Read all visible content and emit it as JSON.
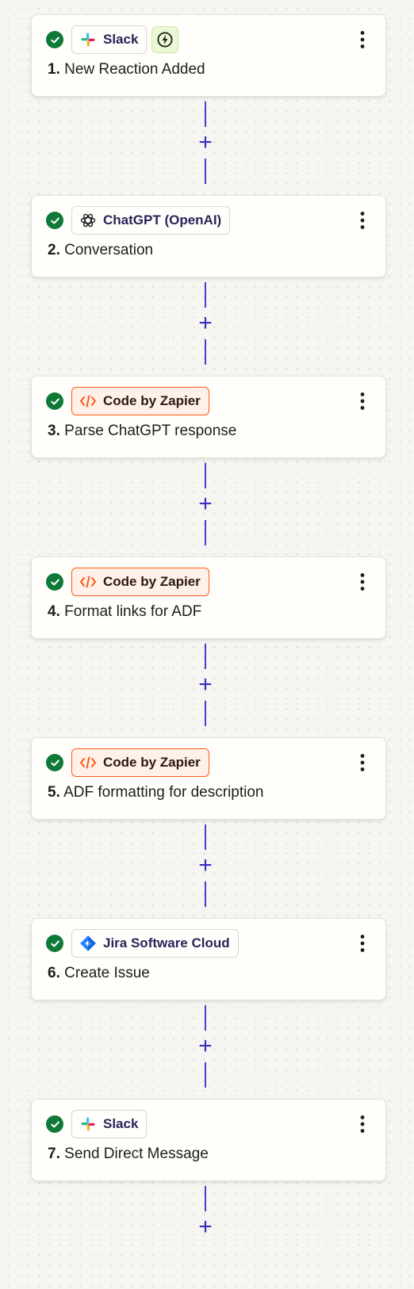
{
  "steps": [
    {
      "number": "1.",
      "title": "New Reaction Added",
      "app": "Slack",
      "app_icon": "slack-icon",
      "chip_style": "default",
      "trigger": true
    },
    {
      "number": "2.",
      "title": "Conversation",
      "app": "ChatGPT (OpenAI)",
      "app_icon": "openai-icon",
      "chip_style": "default",
      "trigger": false
    },
    {
      "number": "3.",
      "title": "Parse ChatGPT response",
      "app": "Code by Zapier",
      "app_icon": "code-icon",
      "chip_style": "code",
      "trigger": false
    },
    {
      "number": "4.",
      "title": "Format links for ADF",
      "app": "Code by Zapier",
      "app_icon": "code-icon",
      "chip_style": "code",
      "trigger": false
    },
    {
      "number": "5.",
      "title": "ADF formatting for description",
      "app": "Code by Zapier",
      "app_icon": "code-icon",
      "chip_style": "code",
      "trigger": false
    },
    {
      "number": "6.",
      "title": "Create Issue",
      "app": "Jira Software Cloud",
      "app_icon": "jira-icon",
      "chip_style": "default",
      "trigger": false
    },
    {
      "number": "7.",
      "title": "Send Direct Message",
      "app": "Slack",
      "app_icon": "slack-icon",
      "chip_style": "default",
      "trigger": false
    }
  ],
  "icons": {
    "status": "check-circle-icon",
    "menu": "vertical-dots-icon",
    "add_step": "plus-icon",
    "trigger": "lightning-icon"
  },
  "colors": {
    "status_ok": "#0f7a38",
    "connector": "#4a3ecc",
    "code_accent": "#ff5a12",
    "trigger_bg": "#ebf8d5"
  }
}
